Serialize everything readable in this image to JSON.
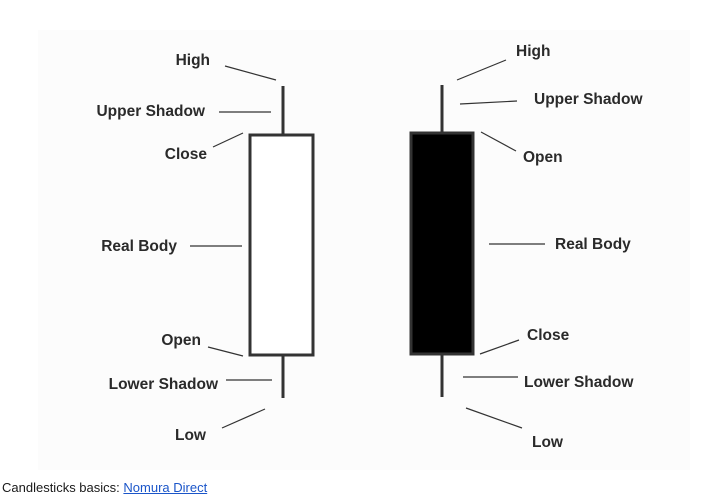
{
  "diagram": {
    "bullish": {
      "high": "High",
      "upper_shadow": "Upper Shadow",
      "close": "Close",
      "real_body": "Real Body",
      "open": "Open",
      "lower_shadow": "Lower Shadow",
      "low": "Low",
      "body_color": "#ffffff"
    },
    "bearish": {
      "high": "High",
      "upper_shadow": "Upper Shadow",
      "open": "Open",
      "real_body": "Real Body",
      "close": "Close",
      "lower_shadow": "Lower Shadow",
      "low": "Low",
      "body_color": "#000000"
    },
    "stroke_color": "#333333"
  },
  "caption": {
    "text": "Candlesticks basics: ",
    "link_text": "Nomura Direct",
    "link_color": "#1a55c9"
  }
}
